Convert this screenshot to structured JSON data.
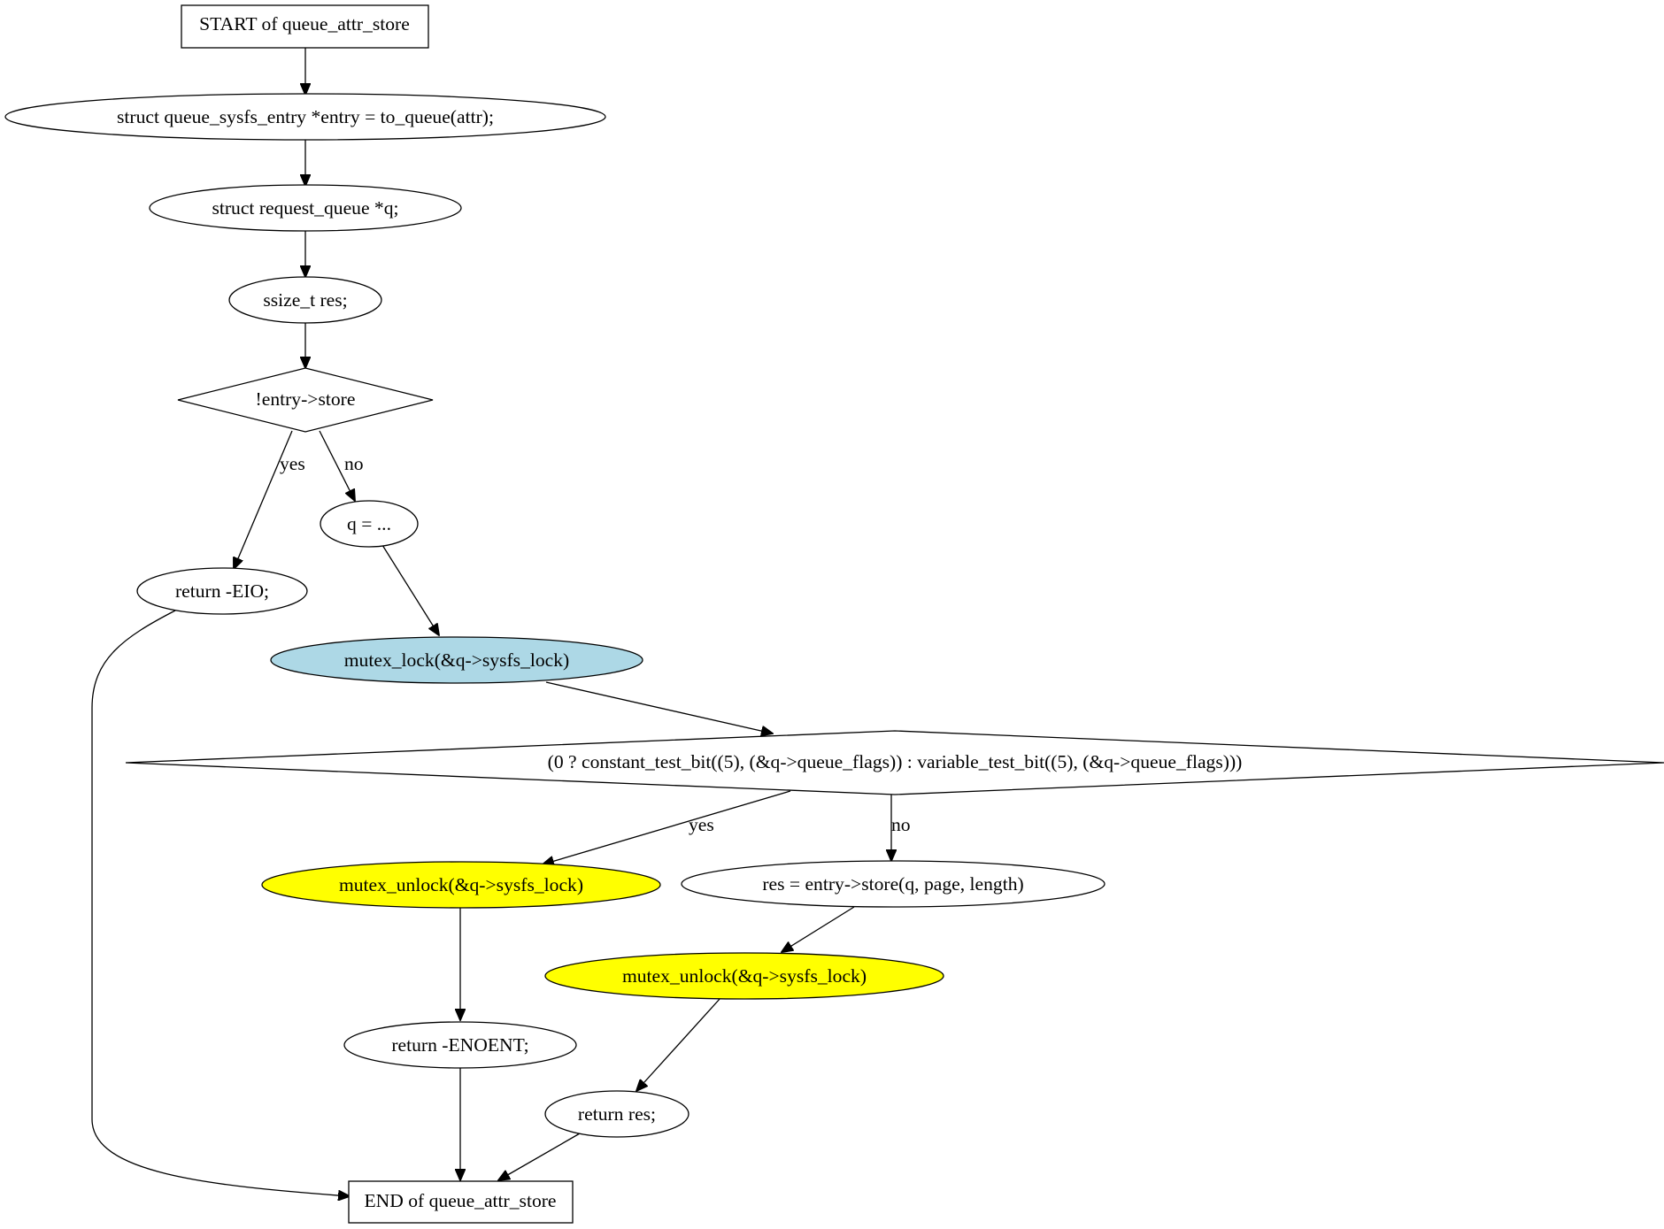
{
  "diagram": {
    "nodes": {
      "start": {
        "label": "START of queue_attr_store"
      },
      "entry_decl": {
        "label": "struct queue_sysfs_entry *entry = to_queue(attr);"
      },
      "q_decl": {
        "label": "struct request_queue *q;"
      },
      "res_decl": {
        "label": "ssize_t res;"
      },
      "cond_store": {
        "label": "!entry->store"
      },
      "q_assign": {
        "label": "q = ..."
      },
      "ret_eio": {
        "label": "return -EIO;"
      },
      "mutex_lock": {
        "label": "mutex_lock(&q->sysfs_lock)",
        "fill": "#add8e6"
      },
      "cond_bit": {
        "label": "(0 ? constant_test_bit((5), (&q->queue_flags)) : variable_test_bit((5), (&q->queue_flags)))"
      },
      "unlock_yes": {
        "label": "mutex_unlock(&q->sysfs_lock)",
        "fill": "#ffff00"
      },
      "res_store": {
        "label": "res = entry->store(q, page, length)"
      },
      "unlock_no": {
        "label": "mutex_unlock(&q->sysfs_lock)",
        "fill": "#ffff00"
      },
      "ret_enoent": {
        "label": "return -ENOENT;"
      },
      "ret_res": {
        "label": "return res;"
      },
      "end": {
        "label": "END of queue_attr_store"
      }
    },
    "edge_labels": {
      "store_yes": "yes",
      "store_no": "no",
      "bit_yes": "yes",
      "bit_no": "no"
    }
  }
}
